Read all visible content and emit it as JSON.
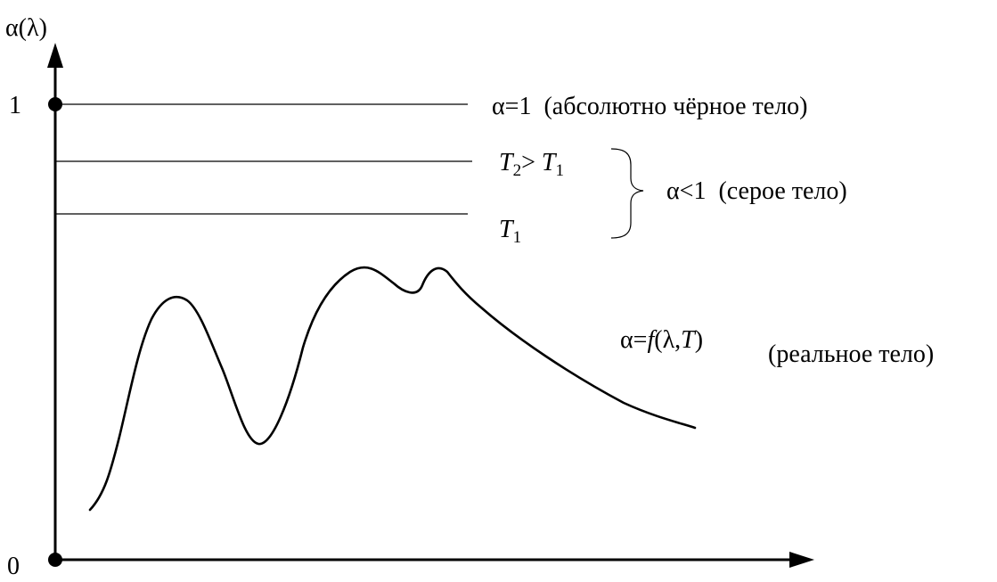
{
  "axes": {
    "y_label": "α(λ)",
    "y_tick_top": "1",
    "origin_label": "0"
  },
  "black_body": {
    "label": "α=1  (абсолютно чёрное тело)"
  },
  "gray_body": {
    "t2_symbol": "T",
    "t2_sub": "2",
    "t2_relation": "> ",
    "t2_ref_symbol": "T",
    "t2_ref_sub": "1",
    "t1_symbol": "T",
    "t1_sub": "1",
    "label": "α<1  (серое тело)"
  },
  "real_body": {
    "formula_prefix": "α=",
    "formula_f": "f",
    "formula_open": "(λ,",
    "formula_t": "T",
    "formula_close": ")",
    "label": "(реальное тело)"
  },
  "colors": {
    "ink": "#000000",
    "background": "#ffffff"
  }
}
